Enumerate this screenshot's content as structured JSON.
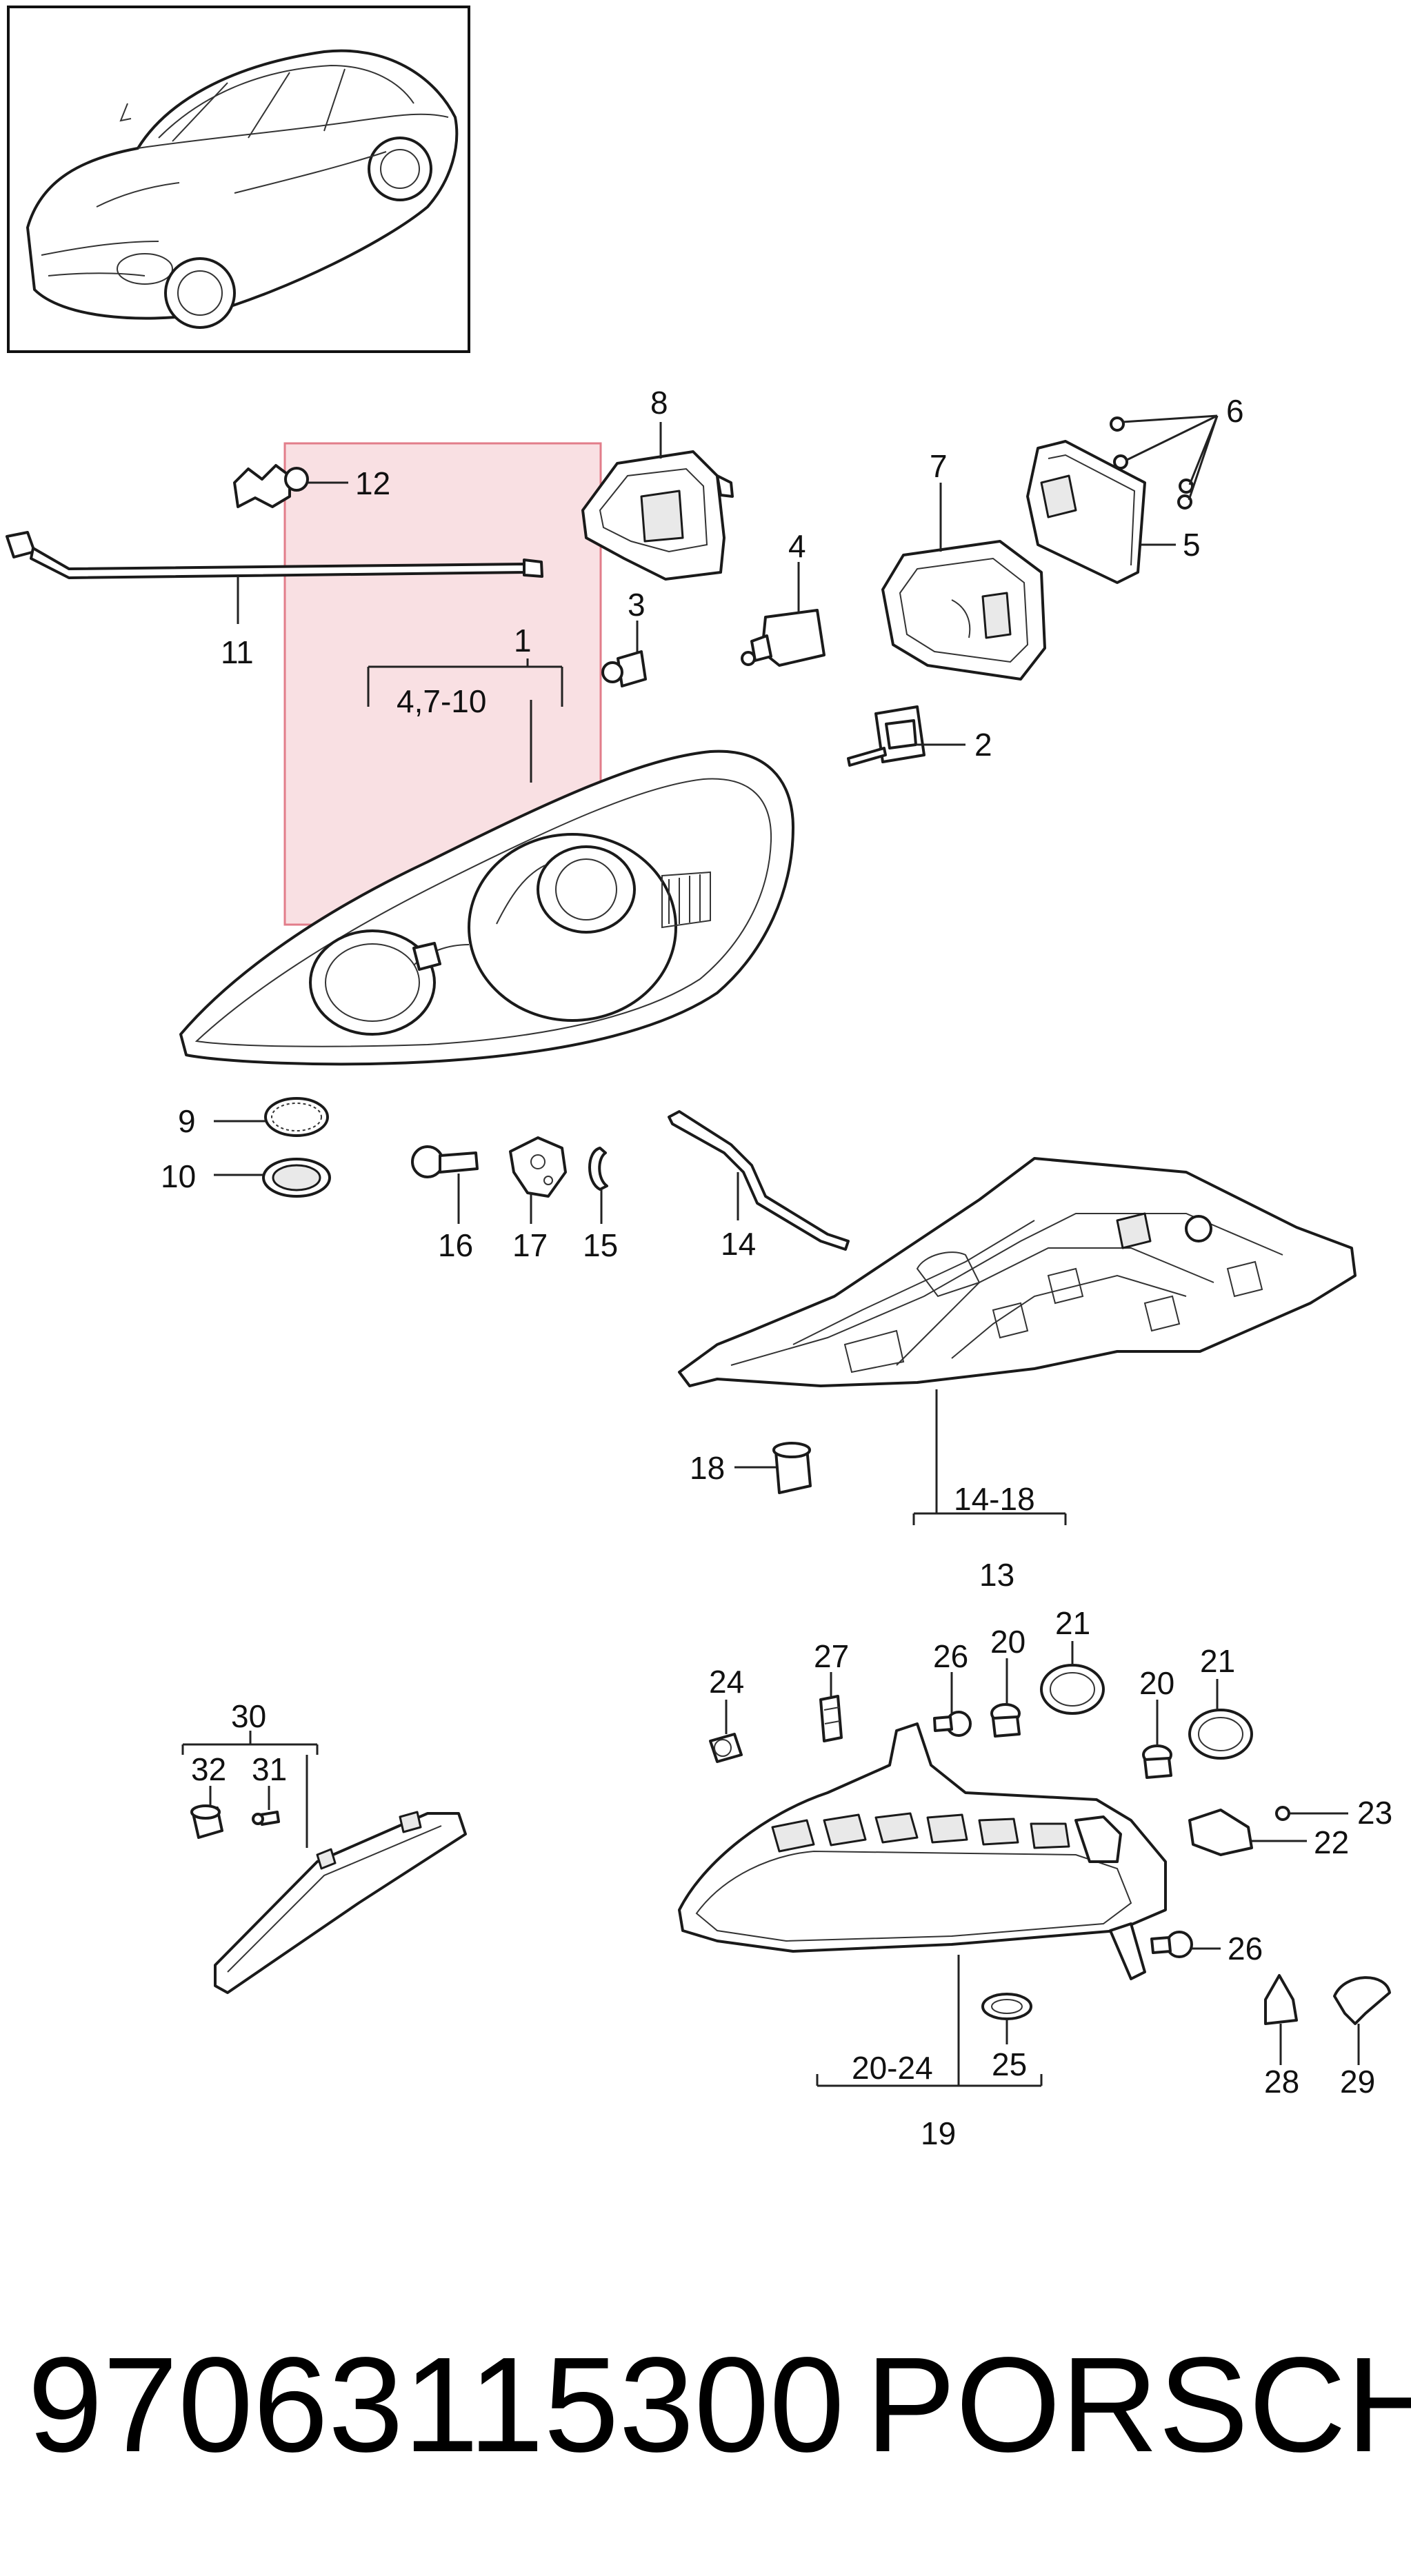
{
  "callouts": {
    "c1": "1",
    "c2": "2",
    "c3": "3",
    "c4": "4",
    "c5": "5",
    "c6": "6",
    "c7": "7",
    "c8": "8",
    "c9": "9",
    "c10": "10",
    "c11": "11",
    "c12": "12",
    "c13": "13",
    "c14": "14",
    "c15": "15",
    "c16": "16",
    "c17": "17",
    "c18": "18",
    "c19": "19",
    "c20a": "20",
    "c20b": "20",
    "c21a": "21",
    "c21b": "21",
    "c22": "22",
    "c23": "23",
    "c24": "24",
    "c25": "25",
    "c26a": "26",
    "c26b": "26",
    "c27": "27",
    "c28": "28",
    "c29": "29",
    "c30": "30",
    "c31": "31",
    "c32": "32"
  },
  "ranges": {
    "r4_7_10": "4,7-10",
    "r14_18": "14-18",
    "r20_24": "20-24"
  },
  "footer": {
    "part_number": "97063115300",
    "brand": "PORSCHE"
  },
  "colors": {
    "highlight_fill": "#f4c6cc",
    "highlight_stroke": "#e27d8a"
  }
}
